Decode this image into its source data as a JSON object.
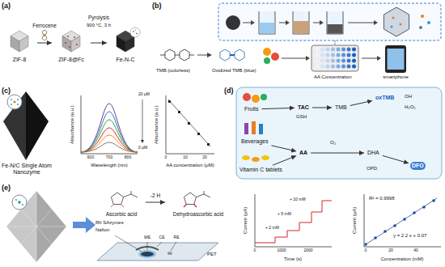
{
  "diagram": {
    "nodes": [
      {
        "text": [
          "ZIF-8"
        ]
      },
      {
        "text": [
          "ZIF-8@Fc"
        ]
      },
      {
        "text": [
          "Fe-N-C"
        ]
      },
      {
        "text": [
          "Fruits"
        ]
      },
      {
        "text": [
          "Beverages"
        ]
      },
      {
        "text": [
          "Vitamin C tablets"
        ]
      },
      {
        "text": [
          "TAC"
        ]
      },
      {
        "text": [
          "AA"
        ]
      },
      {
        "text": [
          "oxTMB"
        ]
      },
      {
        "text": [
          "TMB"
        ]
      },
      {
        "text": [
          "DHA"
        ]
      },
      {
        "text": [
          "DFO"
        ]
      },
      {
        "text": [
          "Ascorbic acid"
        ]
      },
      {
        "text": [
          "Dehydroascorbic acid"
        ]
      }
    ],
    "edges": [
      {
        "from": 0,
        "to": 1,
        "arrow": "to",
        "label": "Ferrocene"
      },
      {
        "from": 1,
        "to": 2,
        "arrow": "to",
        "label": "Pyrolysis"
      },
      {
        "from": 3,
        "to": 6,
        "arrow": "to"
      },
      {
        "from": 4,
        "to": 7,
        "arrow": "to"
      },
      {
        "from": 5,
        "to": 7,
        "arrow": "to"
      },
      {
        "from": 6,
        "to": 9,
        "arrow": "to"
      },
      {
        "from": 9,
        "to": 8,
        "arrow": "to"
      },
      {
        "from": 7,
        "to": 10,
        "arrow": "to"
      },
      {
        "from": 10,
        "to": 11,
        "arrow": "to"
      },
      {
        "from": 12,
        "to": 13,
        "arrow": "to",
        "label": "-2 H"
      }
    ],
    "labels": [
      "(a)",
      "900 °C, 3 h",
      "(b)",
      "TMB (colorless)",
      "Oxidized TMB (blue)",
      "AA Concentration",
      "smartphone",
      "(c)",
      "Fe-N/C Single Atom Nanozyme",
      "Absorbance (a.u.)",
      "Wavelength (nm)",
      "600",
      "700",
      "800",
      "20 μM",
      "0 μM",
      "Absorbance (a.u.)",
      "AA concentration (μM)",
      "0",
      "10",
      "20",
      "(d)",
      "GSH",
      "OH",
      "H₂O₂",
      "O₂",
      "OPD",
      "(e)",
      "Rh SAzymes",
      "Nafion",
      "WE",
      "CE",
      "RE",
      "PET",
      "Current (μA)",
      "Time (s)",
      "0",
      "1000",
      "2000",
      "+ 2 mM",
      "+ 5 mM",
      "+ 10 mM",
      "Current (μA)",
      "Concentration (mM)",
      "0",
      "20",
      "40",
      "R² = 0.9998",
      "y = 2.2 x + 0.07"
    ]
  }
}
